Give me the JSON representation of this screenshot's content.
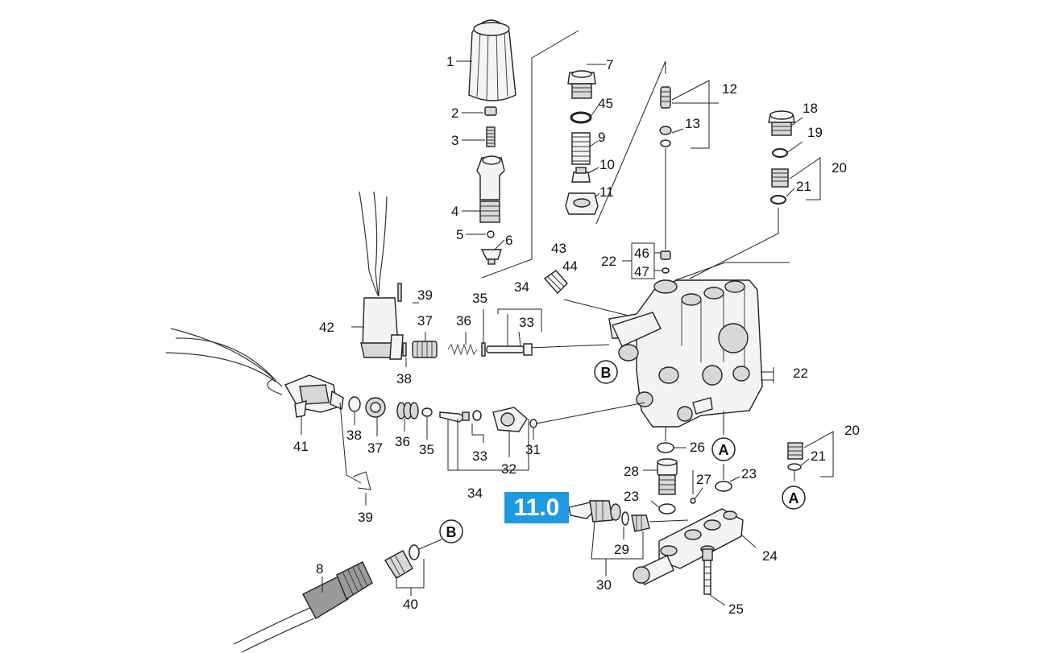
{
  "highlight_badge": "11.0",
  "callouts": {
    "p1": "1",
    "p2": "2",
    "p3": "3",
    "p4": "4",
    "p5": "5",
    "p6": "6",
    "p7": "7",
    "p45": "45",
    "p9": "9",
    "p10": "10",
    "p11": "11",
    "p12": "12",
    "p13": "13",
    "p18": "18",
    "p19": "19",
    "p20a": "20",
    "p21a": "21",
    "p22a": "22",
    "p46": "46",
    "p47": "47",
    "p43": "43",
    "p44": "44",
    "p39a": "39",
    "p34a": "34",
    "p35a": "35",
    "p42": "42",
    "p37a": "37",
    "p36a": "36",
    "p33a": "33",
    "p38a": "38",
    "p22b": "22",
    "p41": "41",
    "p38b": "38",
    "p37b": "37",
    "p36b": "36",
    "p35b": "35",
    "p33b": "33",
    "p32": "32",
    "p31": "31",
    "p34b": "34",
    "p39b": "39",
    "p26": "26",
    "p28": "28",
    "p27": "27",
    "p23a": "23",
    "p23b": "23",
    "p20b": "20",
    "p21b": "21",
    "p29": "29",
    "p30": "30",
    "p24": "24",
    "p25": "25",
    "p8": "8",
    "p40": "40"
  },
  "connection_markers": {
    "b_top": "B",
    "b_bottom": "B",
    "a_mid": "A",
    "a_right": "A"
  }
}
